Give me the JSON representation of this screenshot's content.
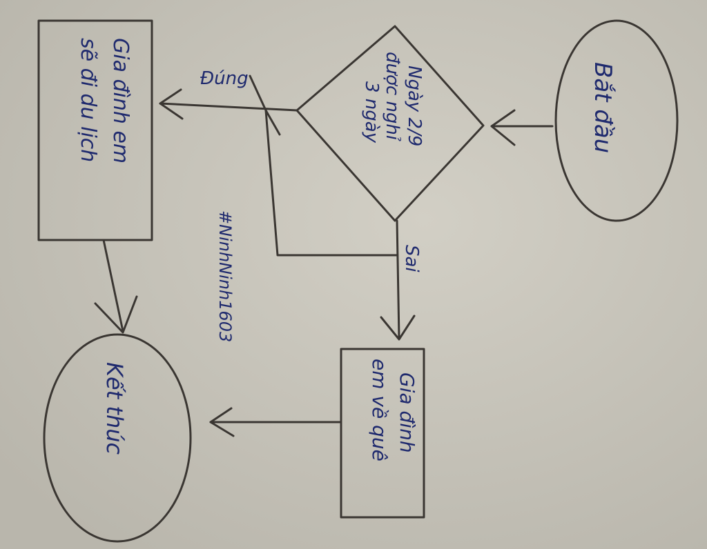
{
  "flowchart": {
    "start": "Bắt đầu",
    "decision_line1": "Ngày 2/9",
    "decision_line2": "được nghỉ",
    "decision_line3": "3 ngày",
    "yes_label": "Đúng",
    "no_label": "Sai",
    "yes_action_line1": "Gia đình em",
    "yes_action_line2": "sẽ đi du lịch",
    "no_action_line1": "Gia đình",
    "no_action_line2": "em về quê",
    "end": "Kết thúc",
    "signature": "#NinhNinh1603"
  },
  "colors": {
    "paper": "#c8c5bb",
    "pencil": "#3a3632",
    "pen": "#1f2a6e"
  }
}
